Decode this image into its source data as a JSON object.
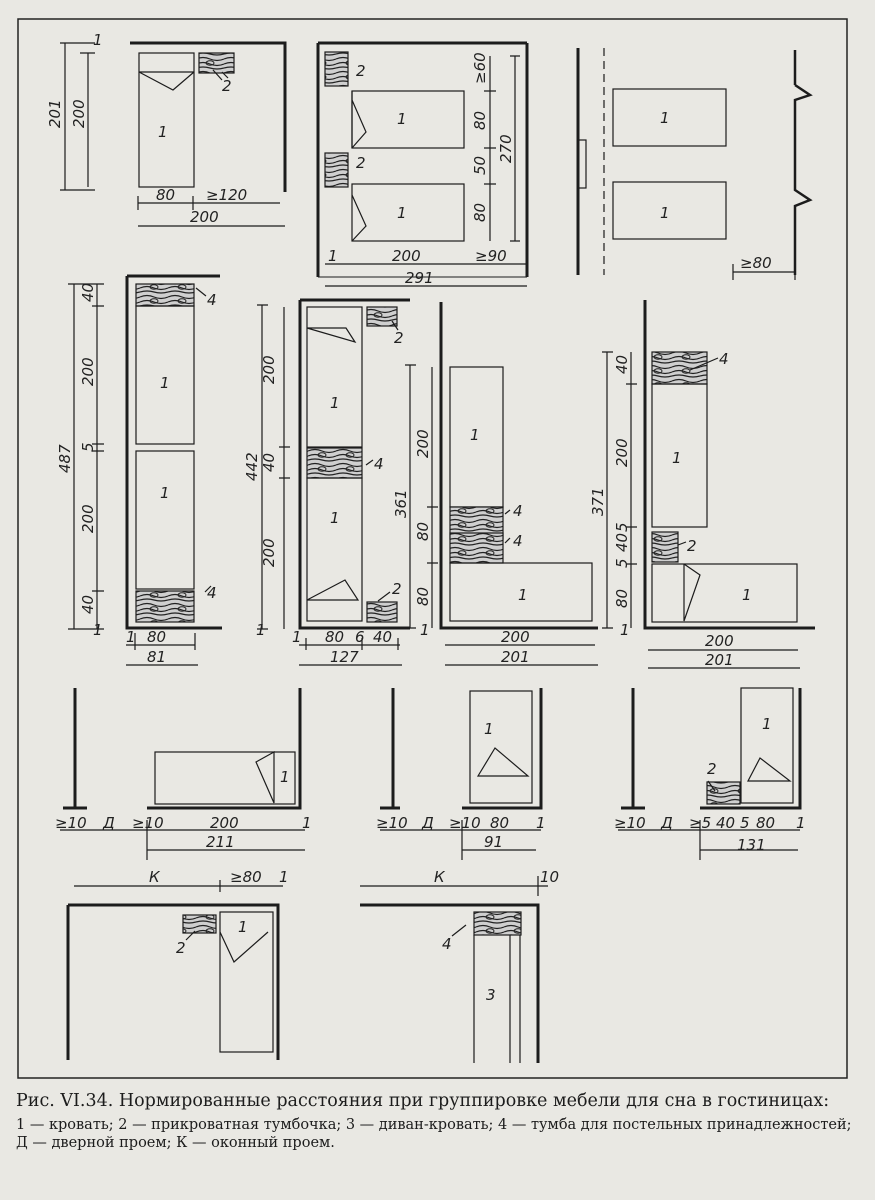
{
  "caption": {
    "title": "Рис. VI.34. Нормированные расстояния при группировке мебели для сна в гостиницах:",
    "legend": "1 — кровать; 2 — прикроватная тумбочка; 3 — диван-кровать; 4 — тумба для постельных принадлежностей; Д — дверной проем; К — оконный проем."
  },
  "labels": {
    "bed": "1",
    "nightstand": "2",
    "sofa_bed": "3",
    "linen_cabinet": "4",
    "door": "Д",
    "window": "К"
  },
  "dimensions": {
    "d1": "1",
    "d201": "201",
    "d200": "200",
    "d80": "80",
    "d120": "≥120",
    "d60": "≥60",
    "d50": "50",
    "d270": "270",
    "d90": "≥90",
    "d291": "291",
    "d80min": "≥80",
    "d40": "40",
    "d5": "5",
    "d487": "487",
    "d81": "81",
    "d442": "442",
    "d6": "6",
    "d127": "127",
    "d361": "361",
    "d371": "371",
    "d10": "≥10",
    "d211": "211",
    "d91": "91",
    "d5min": "≥5",
    "d131": "131",
    "d10b": "10"
  },
  "colors": {
    "paper": "#e9e8e3",
    "ink": "#1c1c1c"
  }
}
